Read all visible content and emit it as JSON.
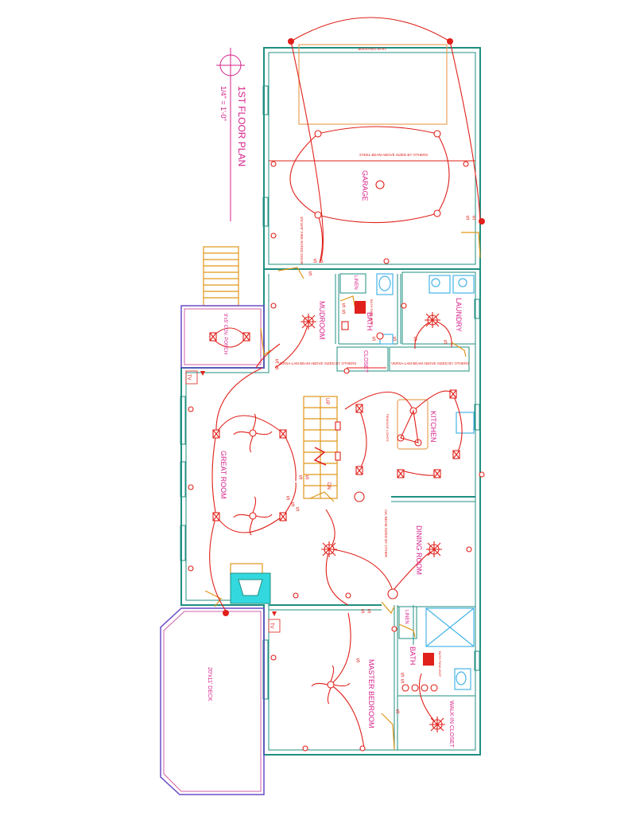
{
  "title": {
    "main": "1ST FLOOR PLAN",
    "scale": "1/4\" = 1'-0\""
  },
  "rooms": {
    "garage": "GARAGE",
    "mudroom": "MUDROOM",
    "bath": "BATH",
    "laundry": "LAUNDRY",
    "closet": "CLOSET",
    "linen_upper": "LINEN",
    "kitchen": "KITCHEN",
    "great_room": "GREAT ROOM",
    "dining_room": "DINING ROOM",
    "master_bedroom": "MASTER BEDROOM",
    "master_bath": "BATH",
    "linen_lower": "LINEN",
    "walk_in_closet": "WALK-IN CLOSET",
    "porch": "9'x5' COV. PORCH",
    "deck": "20'x11' DECK"
  },
  "notes": {
    "garage_door": "16'x8' O/H DOOR",
    "steel_beam": "STEEL BEAM ABOVE SIZED BY OTHERS",
    "fire_door": "3/4\"x6'8\" FIRE RATED DOOR",
    "versa_beam_left": "VERSA-LAM BEAM ABOVE SIZED BY OTHERS",
    "versa_beam_right": "VERSA-LAM BEAM ABOVE SIZED BY OTHERS",
    "lvl_beam": "LVL BEAM SIZED BY OTHER",
    "bath_fan_upper": "BATH FAN/LIGHT",
    "bath_fan_lower": "BATH FAN/LIGHT",
    "pendant": "PENDANT LIGHTS",
    "up": "UP",
    "dn": "DN",
    "tv_upper": "TV",
    "tv_lower": "TV"
  },
  "colors": {
    "walls": "#1f8f80",
    "wiring": "#e0201a",
    "labels": "#d6208a",
    "deck": "#6a4bc8",
    "doors": "#e0961a"
  }
}
